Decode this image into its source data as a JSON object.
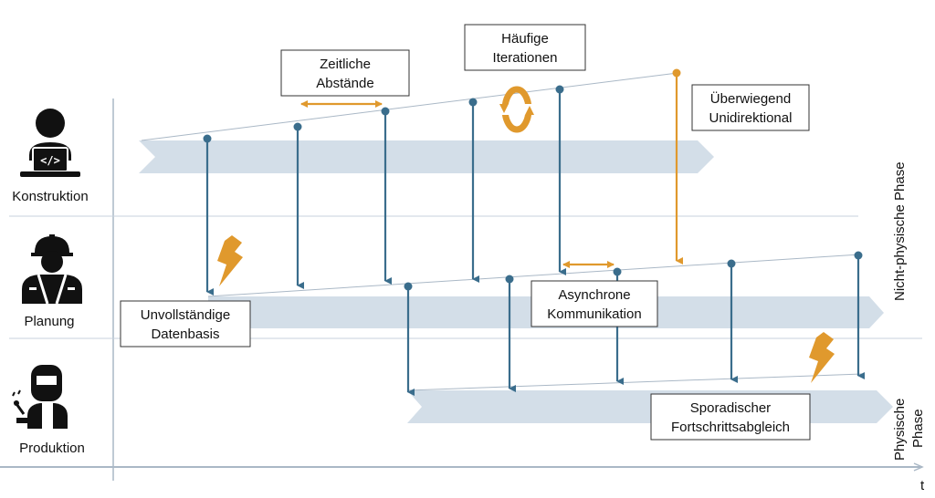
{
  "colors": {
    "blue": "#3a6d8c",
    "orange": "#e0992d",
    "band": "#d3dee8",
    "grid": "#c7d2dc",
    "frame": "#aab8c6",
    "text": "#111111"
  },
  "lanes": {
    "konstruktion": "Konstruktion",
    "planung": "Planung",
    "produktion": "Produktion"
  },
  "phases": {
    "nicht_physisch": "Nicht-physische Phase",
    "physisch_line1": "Physische",
    "physisch_line2": "Phase"
  },
  "axis": {
    "t_label": "t"
  },
  "boxes": {
    "zeitliche": {
      "line1": "Zeitliche",
      "line2": "Abstände"
    },
    "haeufige": {
      "line1": "Häufige",
      "line2": "Iterationen"
    },
    "ueberwiegend": {
      "line1": "Überwiegend",
      "line2": "Unidirektional"
    },
    "unvollstaendige": {
      "line1": "Unvollständige",
      "line2": "Datenbasis"
    },
    "asynchrone": {
      "line1": "Asynchrone",
      "line2": "Kommunikation"
    },
    "sporadischer": {
      "line1": "Sporadischer",
      "line2": "Fortschrittsabgleich"
    }
  },
  "icons": {
    "designer": "developer-laptop-icon",
    "planner": "construction-worker-icon",
    "producer": "welder-icon",
    "iteration": "circular-arrows-icon",
    "conflict": "lightning-bolt-icon"
  }
}
